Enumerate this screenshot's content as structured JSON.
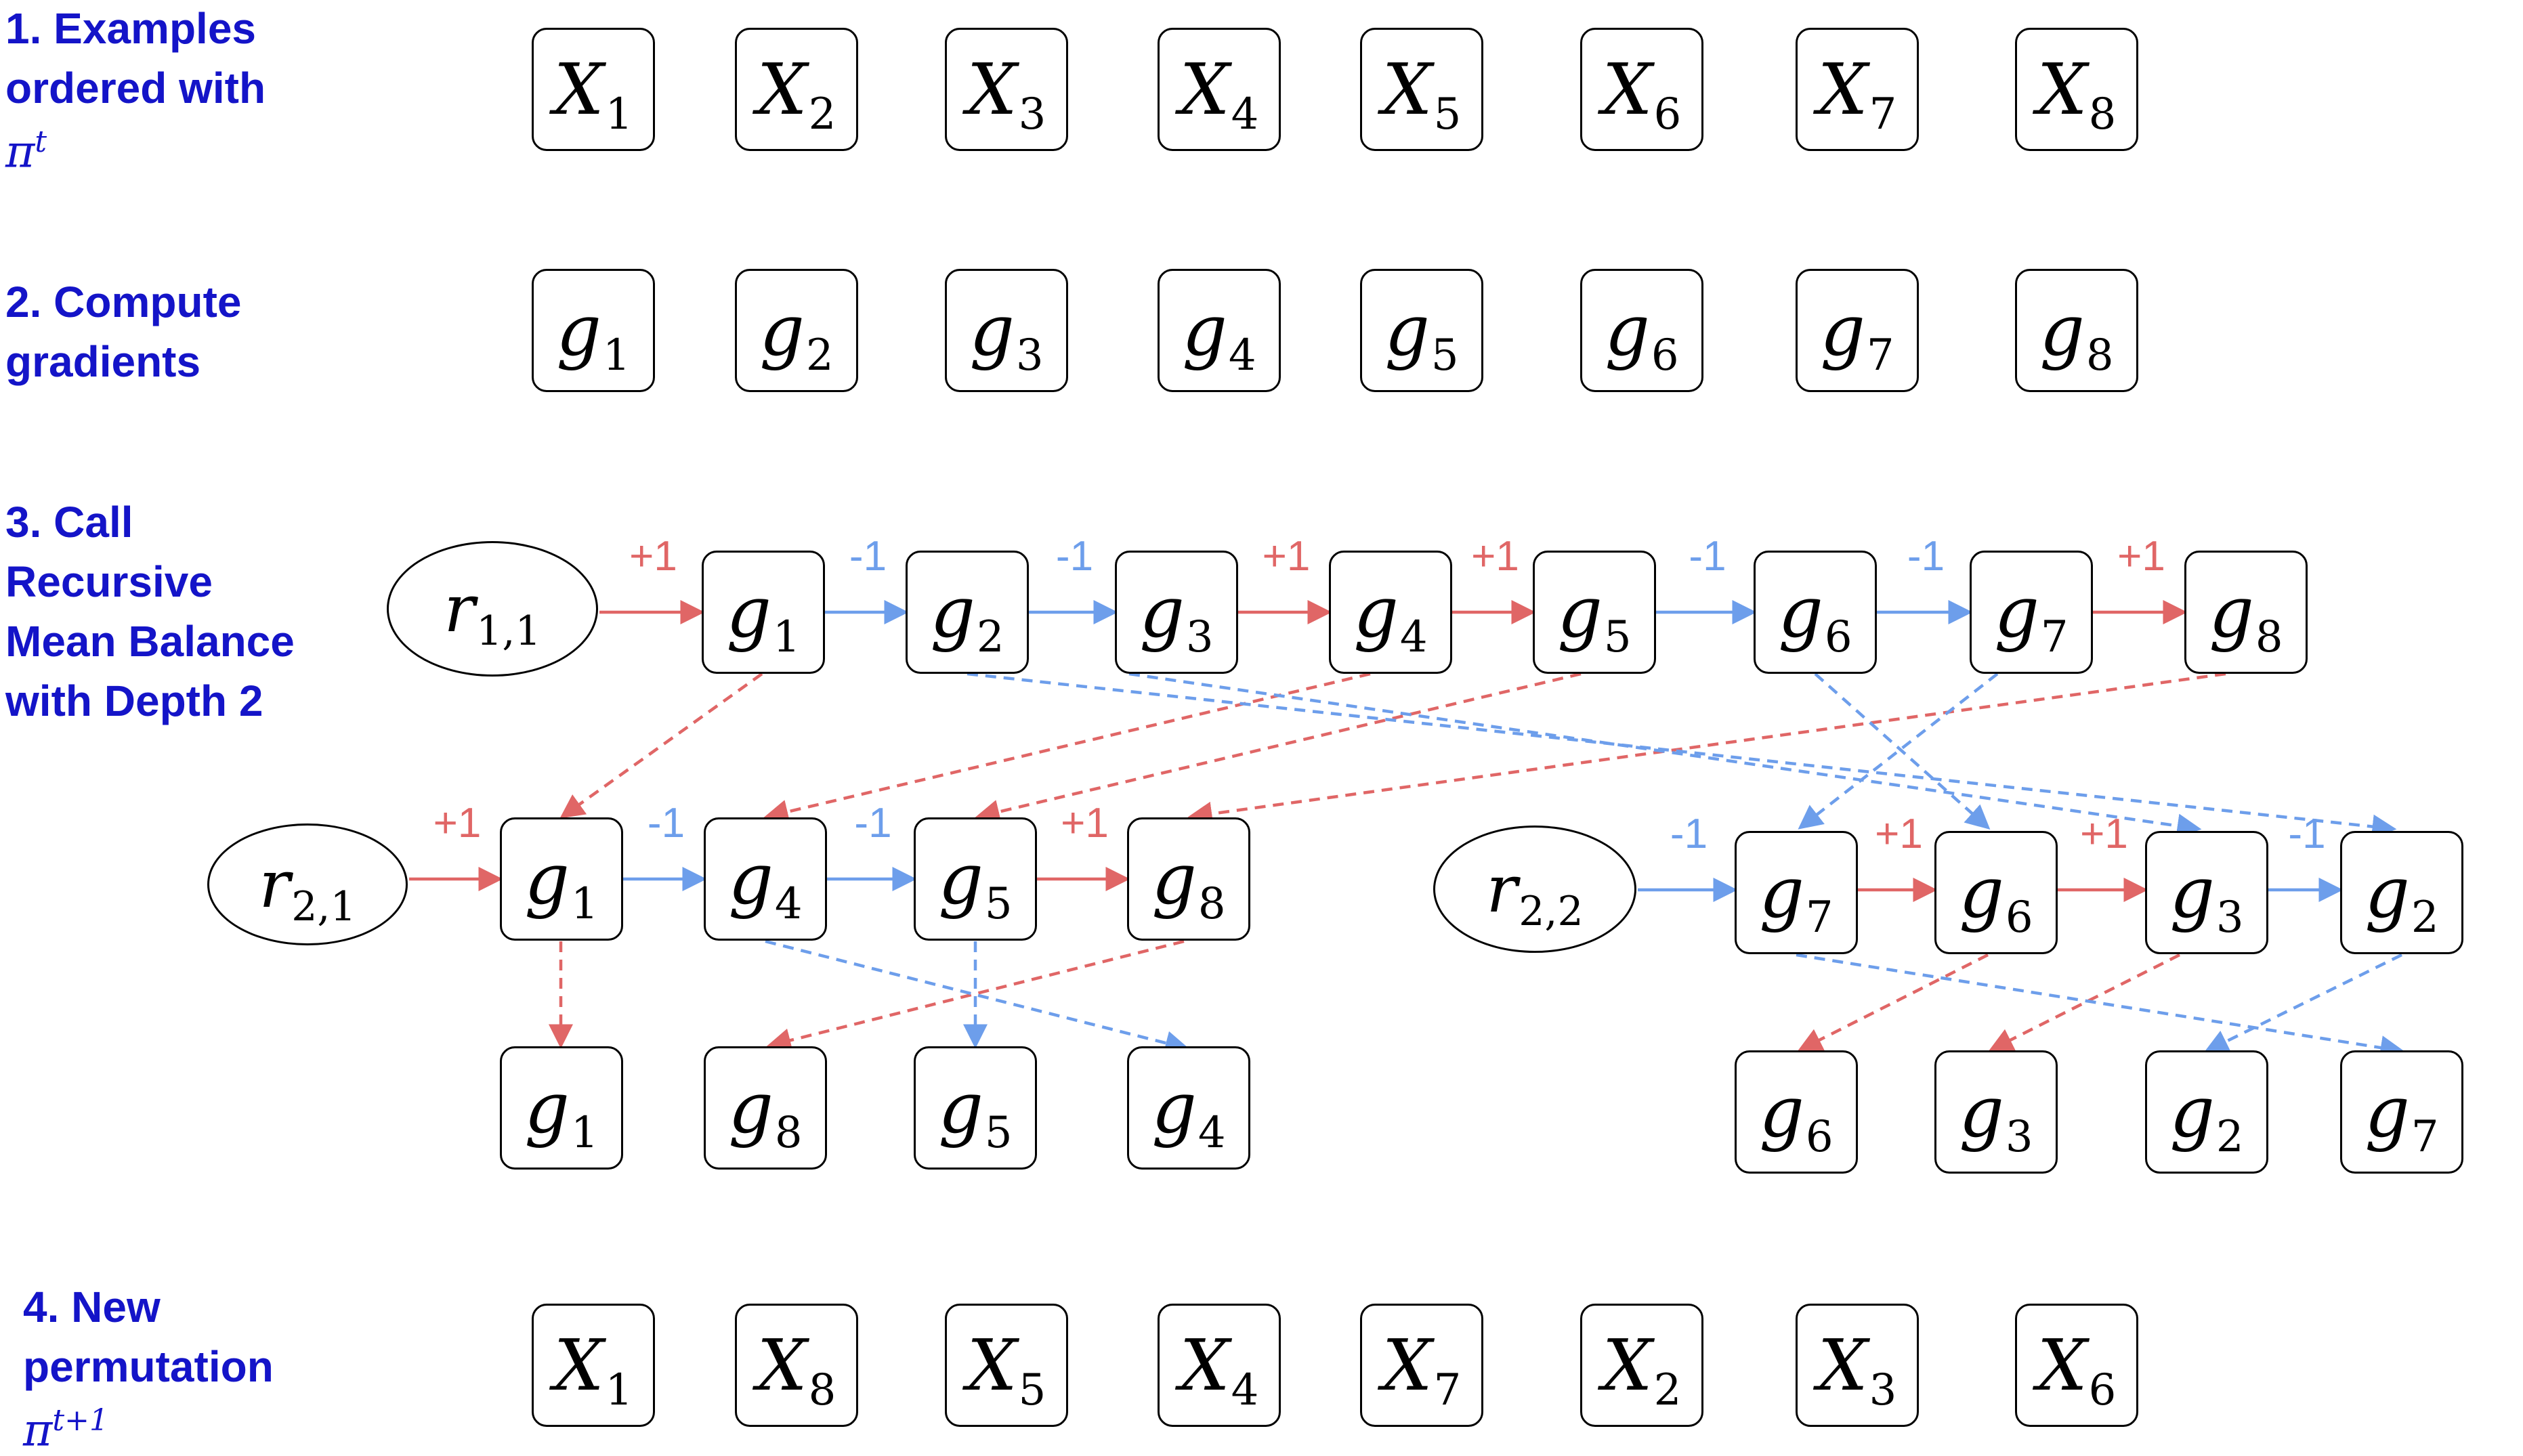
{
  "steps": [
    {
      "label_line1": "1. Examples",
      "label_line2": "ordered with",
      "label_math_base": "π",
      "label_math_sup": "t"
    },
    {
      "label_line1": "2. Compute",
      "label_line2": "gradients"
    },
    {
      "label_line1": "3. Call",
      "label_line2": "Recursive",
      "label_line3": "Mean Balance",
      "label_line4": "with Depth 2"
    },
    {
      "label_line1": "4. New",
      "label_line2": "permutation",
      "label_math_base": "π",
      "label_math_sup": "t+1"
    }
  ],
  "row1": [
    {
      "base": "X",
      "sub": "1"
    },
    {
      "base": "X",
      "sub": "2"
    },
    {
      "base": "X",
      "sub": "3"
    },
    {
      "base": "X",
      "sub": "4"
    },
    {
      "base": "X",
      "sub": "5"
    },
    {
      "base": "X",
      "sub": "6"
    },
    {
      "base": "X",
      "sub": "7"
    },
    {
      "base": "X",
      "sub": "8"
    }
  ],
  "row2": [
    {
      "base": "g",
      "sub": "1"
    },
    {
      "base": "g",
      "sub": "2"
    },
    {
      "base": "g",
      "sub": "3"
    },
    {
      "base": "g",
      "sub": "4"
    },
    {
      "base": "g",
      "sub": "5"
    },
    {
      "base": "g",
      "sub": "6"
    },
    {
      "base": "g",
      "sub": "7"
    },
    {
      "base": "g",
      "sub": "8"
    }
  ],
  "level1": {
    "root": {
      "base": "r",
      "sub": "1,1"
    },
    "nodes": [
      {
        "base": "g",
        "sub": "1"
      },
      {
        "base": "g",
        "sub": "2"
      },
      {
        "base": "g",
        "sub": "3"
      },
      {
        "base": "g",
        "sub": "4"
      },
      {
        "base": "g",
        "sub": "5"
      },
      {
        "base": "g",
        "sub": "6"
      },
      {
        "base": "g",
        "sub": "7"
      },
      {
        "base": "g",
        "sub": "8"
      }
    ],
    "signs": [
      "+1",
      "-1",
      "-1",
      "+1",
      "+1",
      "-1",
      "-1",
      "+1"
    ]
  },
  "level2_left": {
    "root": {
      "base": "r",
      "sub": "2,1"
    },
    "nodes": [
      {
        "base": "g",
        "sub": "1"
      },
      {
        "base": "g",
        "sub": "4"
      },
      {
        "base": "g",
        "sub": "5"
      },
      {
        "base": "g",
        "sub": "8"
      }
    ],
    "signs": [
      "+1",
      "-1",
      "-1",
      "+1"
    ],
    "outputs": [
      {
        "base": "g",
        "sub": "1"
      },
      {
        "base": "g",
        "sub": "8"
      },
      {
        "base": "g",
        "sub": "5"
      },
      {
        "base": "g",
        "sub": "4"
      }
    ]
  },
  "level2_right": {
    "root": {
      "base": "r",
      "sub": "2,2"
    },
    "nodes": [
      {
        "base": "g",
        "sub": "7"
      },
      {
        "base": "g",
        "sub": "6"
      },
      {
        "base": "g",
        "sub": "3"
      },
      {
        "base": "g",
        "sub": "2"
      }
    ],
    "signs": [
      "-1",
      "+1",
      "+1",
      "-1"
    ],
    "outputs": [
      {
        "base": "g",
        "sub": "6"
      },
      {
        "base": "g",
        "sub": "3"
      },
      {
        "base": "g",
        "sub": "2"
      },
      {
        "base": "g",
        "sub": "7"
      }
    ]
  },
  "row4": [
    {
      "base": "X",
      "sub": "1"
    },
    {
      "base": "X",
      "sub": "8"
    },
    {
      "base": "X",
      "sub": "5"
    },
    {
      "base": "X",
      "sub": "4"
    },
    {
      "base": "X",
      "sub": "7"
    },
    {
      "base": "X",
      "sub": "2"
    },
    {
      "base": "X",
      "sub": "3"
    },
    {
      "base": "X",
      "sub": "6"
    }
  ],
  "colors": {
    "positive": "#e06666",
    "negative": "#6d9eeb",
    "label": "#1414c8"
  }
}
